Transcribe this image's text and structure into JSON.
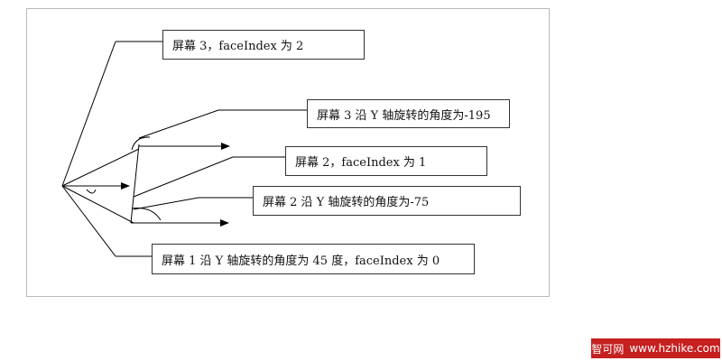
{
  "labels": {
    "screen3_face": "屏幕 3，faceIndex 为 2",
    "screen3_rot": "屏幕 3 沿 Y 轴旋转的角度为-195",
    "screen2_face": "屏幕 2，faceIndex 为 1",
    "screen2_rot": "屏幕 2 沿 Y 轴旋转的角度为-75",
    "screen1": "屏幕 1 沿 Y 轴旋转的角度为 45 度，faceIndex 为 0"
  },
  "watermark": {
    "name": "智可网",
    "url": "www.hzhike.com"
  }
}
